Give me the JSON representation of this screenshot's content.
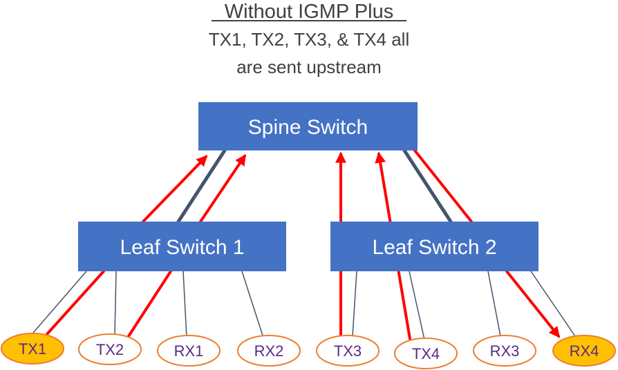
{
  "title": "Without IGMP Plus",
  "subtitle_line1": "TX1, TX2, TX3, & TX4 all",
  "subtitle_line2": "are sent upstream",
  "spine": {
    "label": "Spine Switch"
  },
  "leaf1": {
    "label": "Leaf Switch 1"
  },
  "leaf2": {
    "label": "Leaf Switch 2"
  },
  "endpoints": [
    {
      "id": "tx1",
      "label": "TX1",
      "highlighted": true
    },
    {
      "id": "tx2",
      "label": "TX2",
      "highlighted": false
    },
    {
      "id": "rx1",
      "label": "RX1",
      "highlighted": false
    },
    {
      "id": "rx2",
      "label": "RX2",
      "highlighted": false
    },
    {
      "id": "tx3",
      "label": "TX3",
      "highlighted": false
    },
    {
      "id": "tx4",
      "label": "TX4",
      "highlighted": false
    },
    {
      "id": "rx3",
      "label": "RX3",
      "highlighted": false
    },
    {
      "id": "rx4",
      "label": "RX4",
      "highlighted": true
    }
  ],
  "colors": {
    "switch_fill": "#4472c4",
    "link": "#44546a",
    "arrow": "#ff0000",
    "node_border": "#ed7d31",
    "node_highlight_fill": "#ffc000",
    "node_text": "#5a2a83"
  }
}
